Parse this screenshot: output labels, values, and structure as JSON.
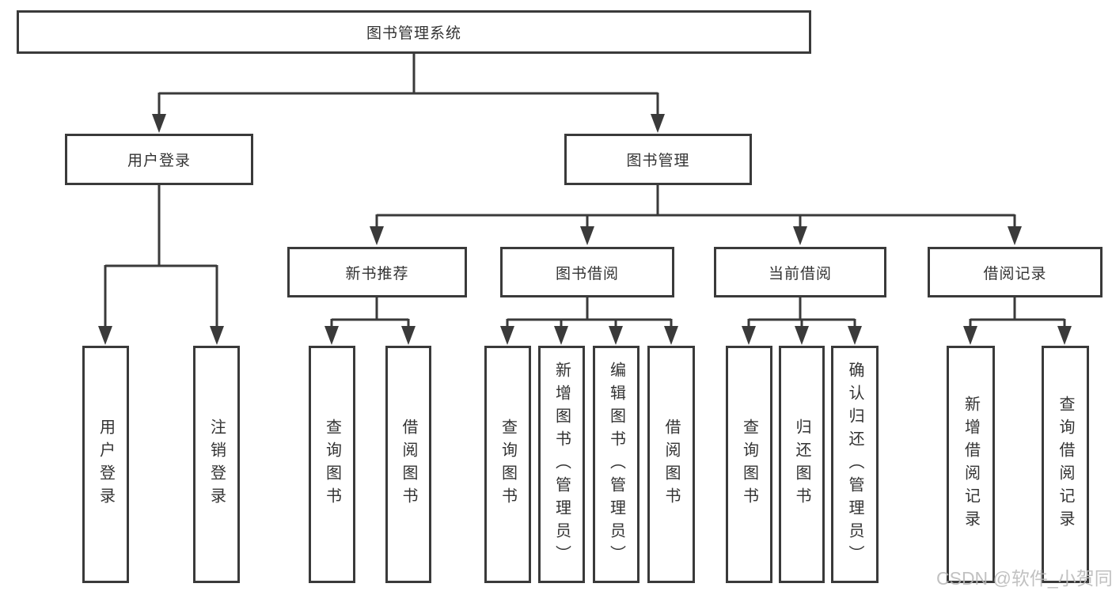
{
  "diagram": {
    "root": {
      "label": "图书管理系统"
    },
    "branches": [
      {
        "label": "用户登录",
        "children": [
          {
            "label": "用户登录"
          },
          {
            "label": "注销登录"
          }
        ]
      },
      {
        "label": "图书管理",
        "children": [
          {
            "label": "新书推荐",
            "children": [
              {
                "label": "查询图书"
              },
              {
                "label": "借阅图书"
              }
            ]
          },
          {
            "label": "图书借阅",
            "children": [
              {
                "label": "查询图书"
              },
              {
                "label": "新增图书（管理员）"
              },
              {
                "label": "编辑图书（管理员）"
              },
              {
                "label": "借阅图书"
              }
            ]
          },
          {
            "label": "当前借阅",
            "children": [
              {
                "label": "查询图书"
              },
              {
                "label": "归还图书"
              },
              {
                "label": "确认归还（管理员）"
              }
            ]
          },
          {
            "label": "借阅记录",
            "children": [
              {
                "label": "新增借阅记录"
              },
              {
                "label": "查询借阅记录"
              }
            ]
          }
        ]
      }
    ]
  },
  "watermark": {
    "text": "CSDN @软件_小贺同学"
  },
  "colors": {
    "line": "#3a3a3a",
    "text": "#333333",
    "background": "#ffffff",
    "watermark": "#b9b9b9"
  }
}
